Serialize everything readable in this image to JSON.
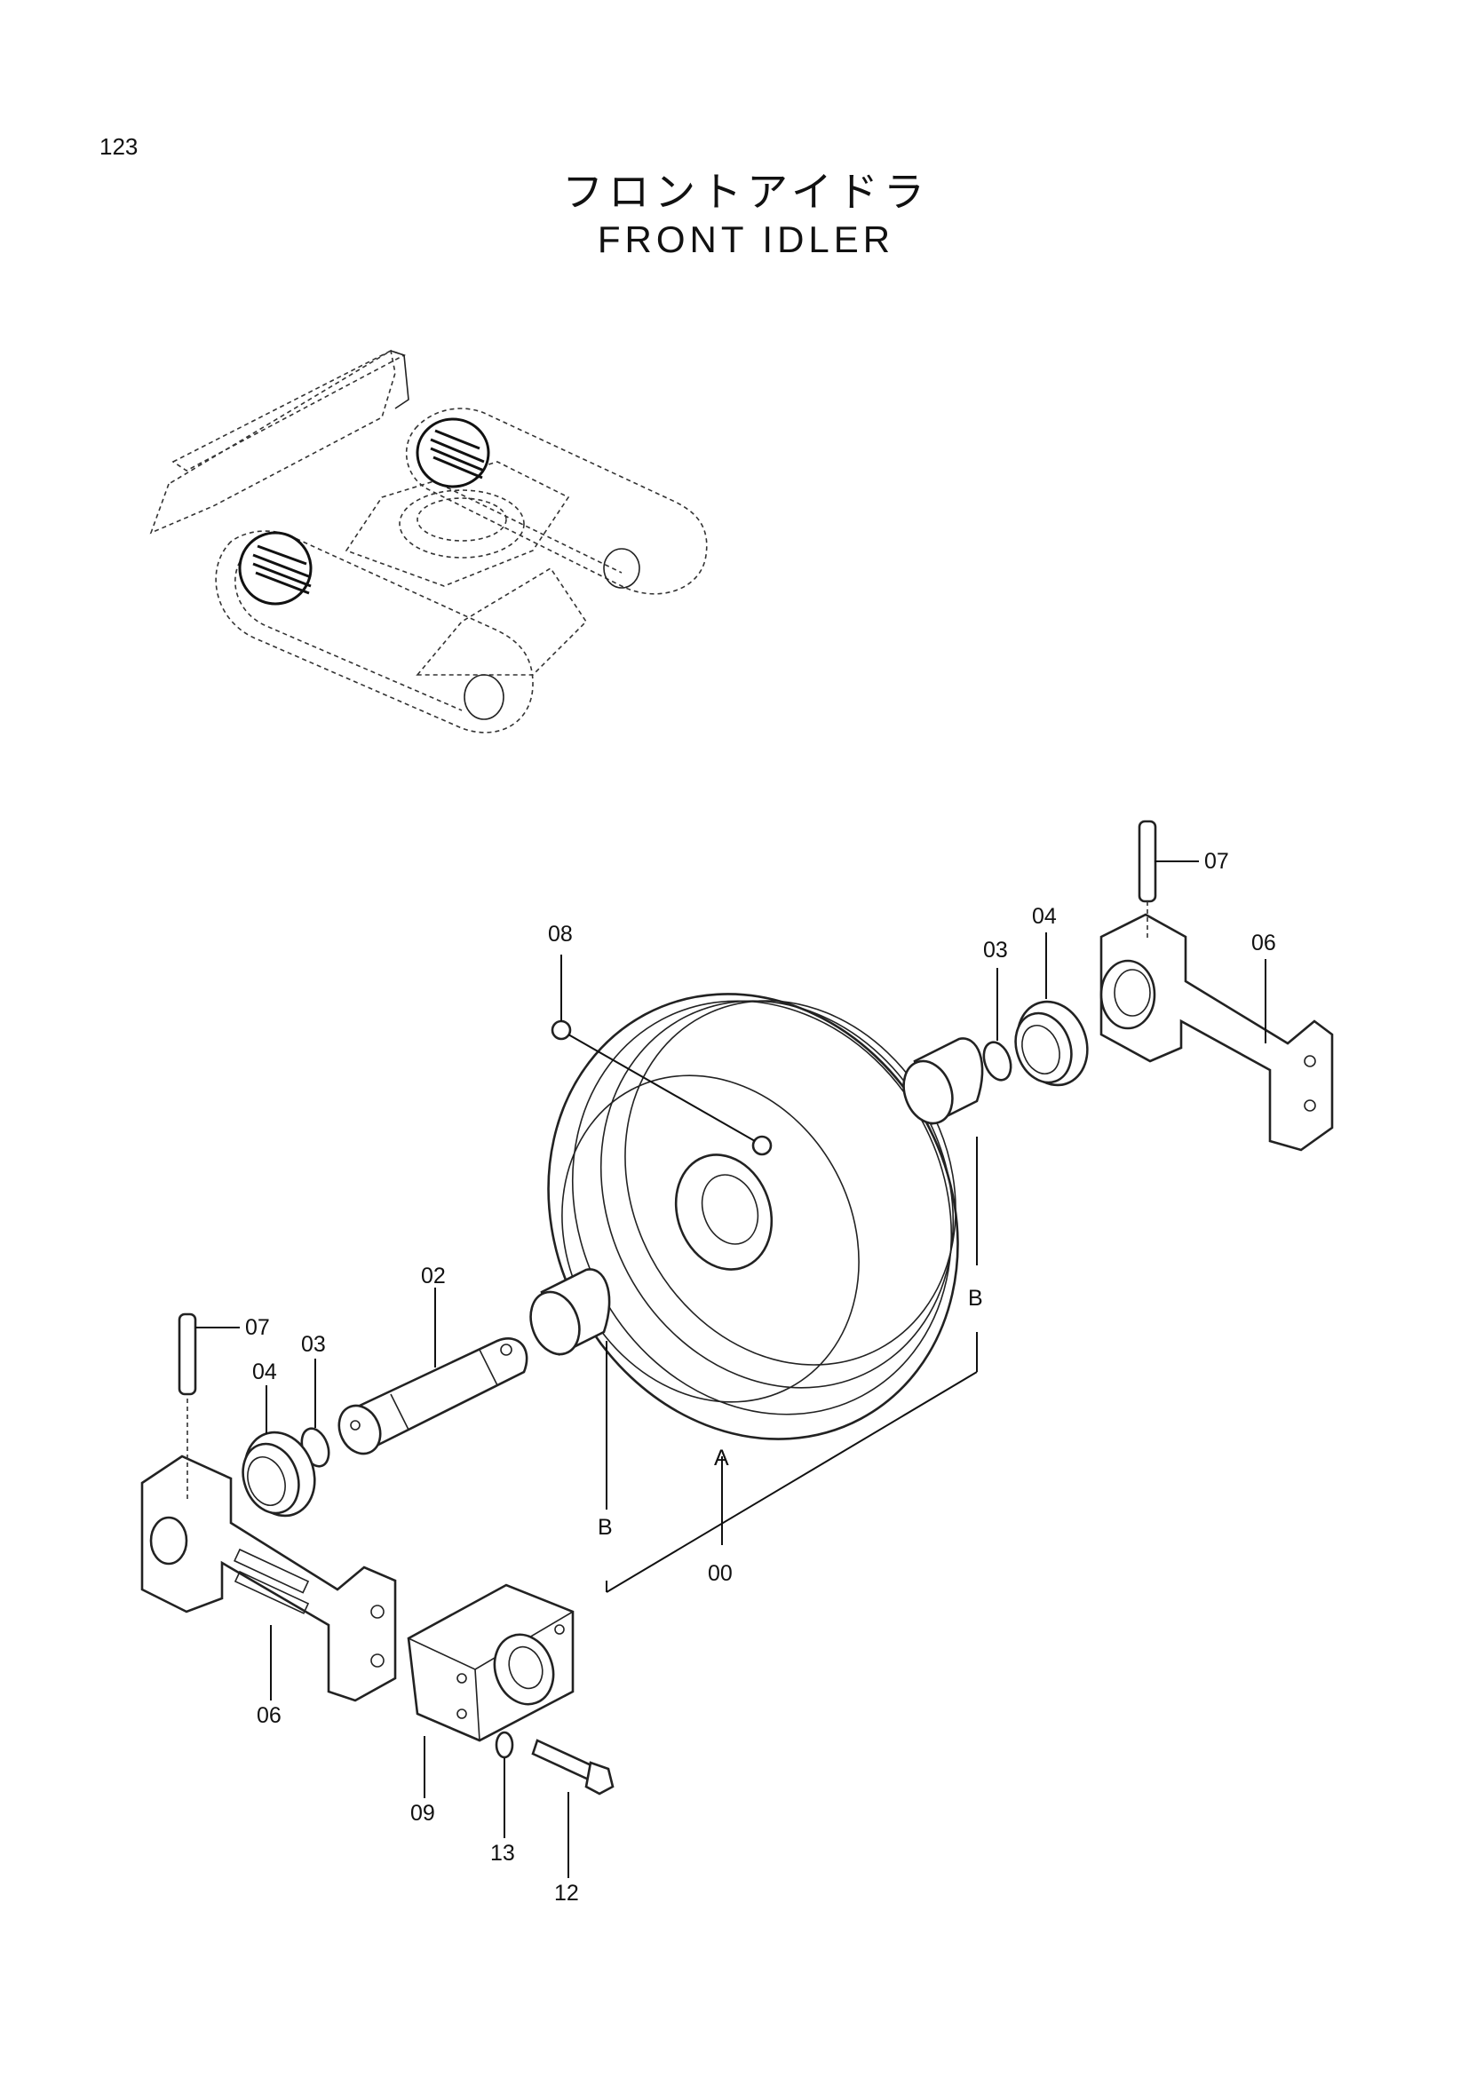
{
  "page_number": "123",
  "title_jp": "フロントアイドラ",
  "title_en": "FRONT IDLER",
  "callouts": {
    "p00": "00",
    "p02": "02",
    "p03_left": "03",
    "p03_right": "03",
    "p04_left": "04",
    "p04_right": "04",
    "p06_left": "06",
    "p06_right": "06",
    "p07_left": "07",
    "p07_right": "07",
    "p08": "08",
    "p09": "09",
    "p12": "12",
    "p13": "13"
  },
  "ref_marks": {
    "a": "A",
    "b_left": "B",
    "b_right": "B"
  }
}
